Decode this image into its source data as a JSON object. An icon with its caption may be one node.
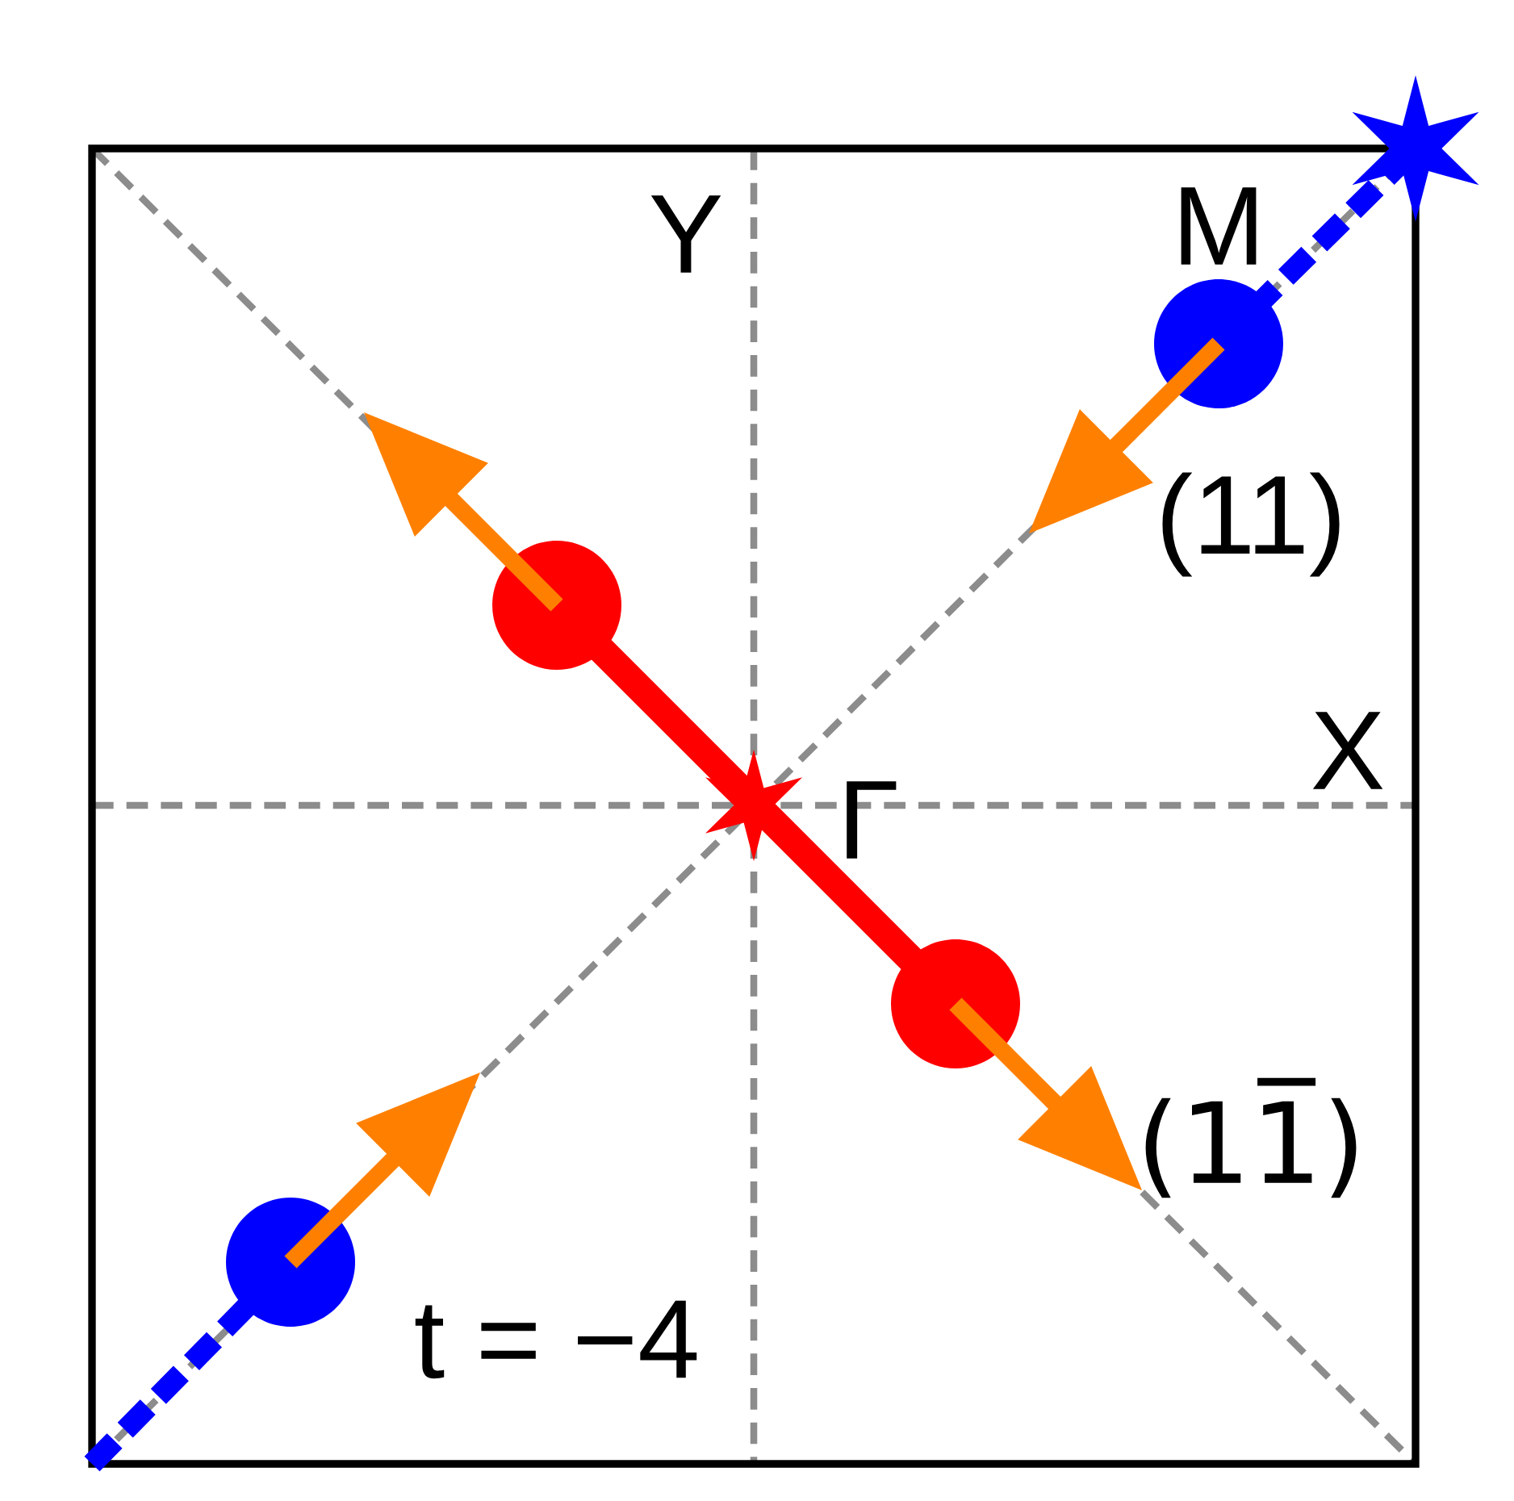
{
  "diagram": {
    "labels": [
      "Y",
      "M",
      "(11)",
      "X",
      "Γ",
      "(11̅)",
      "t = −4"
    ]
  }
}
